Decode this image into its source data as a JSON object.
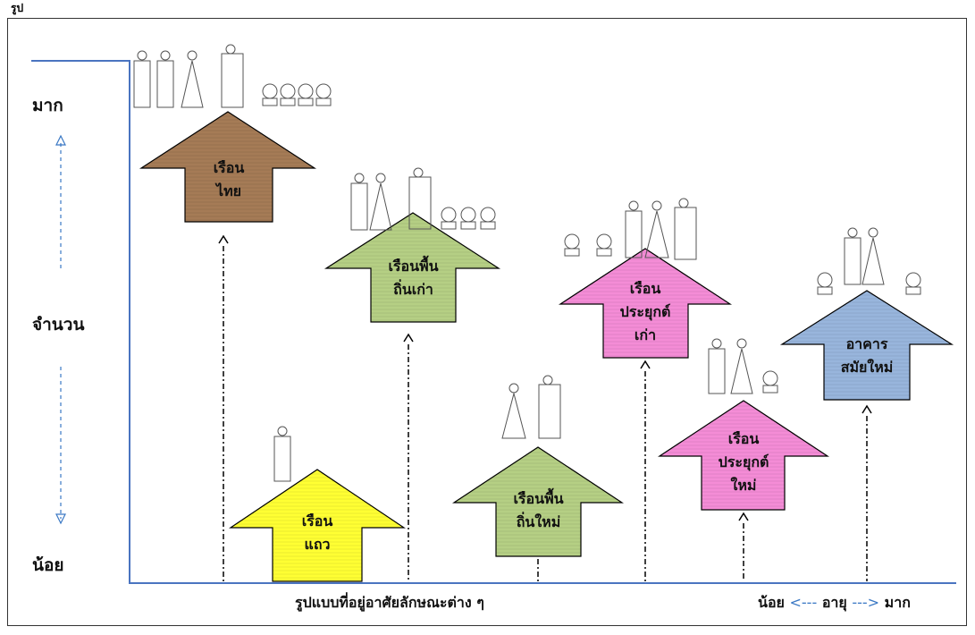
{
  "caption": "รูป",
  "y_axis": {
    "top_label": "มาก",
    "middle_label": "จำนวน",
    "bottom_label": "น้อย"
  },
  "x_axis": {
    "label": "รูปแบบที่อยู่อาศัยลักษณะต่าง ๆ",
    "age_legend": {
      "left": "น้อย",
      "middle": "อายุ",
      "right": "มาก",
      "dash": "<---",
      "dash_right": "--->"
    }
  },
  "houses": [
    {
      "id": "thai-house",
      "line1": "เรือน",
      "line2": "ไทย",
      "line3": "",
      "color": "#a57b56"
    },
    {
      "id": "row-house",
      "line1": "เรือน",
      "line2": "แถว",
      "line3": "",
      "color": "#ffff33"
    },
    {
      "id": "old-local-house",
      "line1": "เรือนพื้น",
      "line2": "ถิ่นเก่า",
      "line3": "",
      "color": "#b5cf84"
    },
    {
      "id": "new-local-house",
      "line1": "เรือนพื้น",
      "line2": "ถิ่นใหม่",
      "line3": "",
      "color": "#b5cf84"
    },
    {
      "id": "old-applied-house",
      "line1": "เรือน",
      "line2": "ประยุกต์",
      "line3": "เก่า",
      "color": "#f48cd6"
    },
    {
      "id": "new-applied-house",
      "line1": "เรือน",
      "line2": "ประยุกต์",
      "line3": "ใหม่",
      "color": "#f48cd6"
    },
    {
      "id": "modern-building",
      "line1": "อาคาร",
      "line2": "สมัยใหม่",
      "line3": "",
      "color": "#98b5dc"
    }
  ],
  "colors": {
    "axis": "#4a74c0",
    "arrow_stroke": "#000000",
    "up_arrow": "#3a78c4"
  }
}
